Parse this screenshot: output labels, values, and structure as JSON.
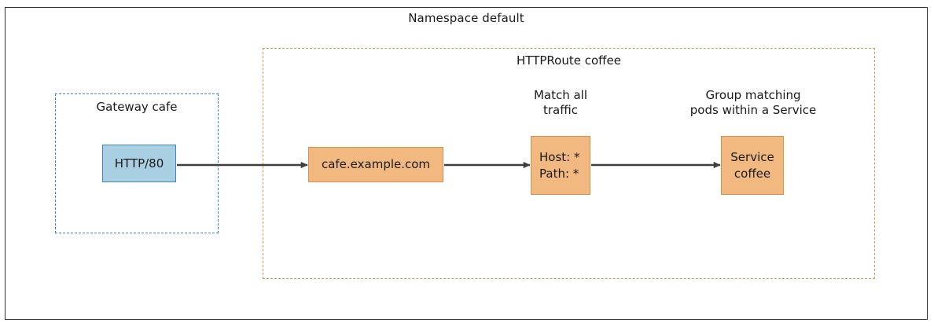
{
  "diagram": {
    "type": "kubernetes-gateway-api-flow",
    "namespace": {
      "title": "Namespace default"
    },
    "groups": [
      {
        "id": "gateway",
        "title": "Gateway cafe",
        "border_color": "#3a8fbd",
        "style": "dashed"
      },
      {
        "id": "httproute",
        "title": "HTTPRoute coffee",
        "border_color": "#e09a4e",
        "style": "dashed"
      }
    ],
    "nodes": [
      {
        "id": "listener",
        "label": "HTTP/80",
        "fill": "#a9d0e2",
        "border": "#3d87ac"
      },
      {
        "id": "hostname",
        "label": "cafe.example.com",
        "fill": "#f1b980",
        "border": "#d6914f"
      },
      {
        "id": "match",
        "line1": "Host: *",
        "line2": "Path: *",
        "fill": "#f1b980",
        "border": "#d6914f"
      },
      {
        "id": "backend",
        "line1": "Service",
        "line2": "coffee",
        "fill": "#f1b980",
        "border": "#d6914f"
      }
    ],
    "captions": [
      {
        "id": "match-caption",
        "line1": "Match all",
        "line2": "traffic"
      },
      {
        "id": "service-caption",
        "line1": "Group matching",
        "line2": "pods within a Service"
      }
    ],
    "arrows": [
      {
        "id": "listener-to-hostname",
        "from": "listener",
        "to": "hostname",
        "color": "#3f3f3f"
      },
      {
        "id": "hostname-to-match",
        "from": "hostname",
        "to": "match",
        "color": "#3f3f3f"
      },
      {
        "id": "match-to-backend",
        "from": "match",
        "to": "backend",
        "color": "#3f3f3f"
      }
    ]
  }
}
